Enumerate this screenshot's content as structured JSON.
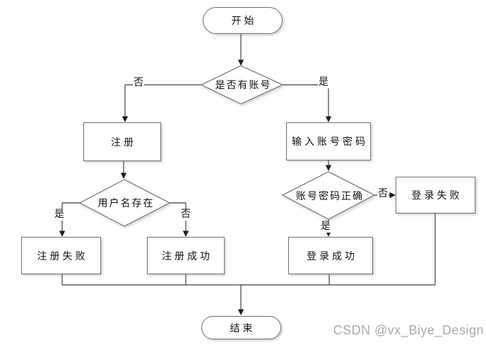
{
  "diagram_type": "flowchart",
  "nodes": {
    "start": {
      "label": "开始",
      "shape": "terminator"
    },
    "has_account": {
      "label": "是否有账号",
      "shape": "decision"
    },
    "register": {
      "label": "注册",
      "shape": "process"
    },
    "enter_credentials": {
      "label": "输入账号密码",
      "shape": "process"
    },
    "username_exists": {
      "label": "用户名存在",
      "shape": "decision"
    },
    "credentials_correct": {
      "label": "账号密码正确",
      "shape": "decision"
    },
    "register_fail": {
      "label": "注册失败",
      "shape": "process"
    },
    "register_success": {
      "label": "注册成功",
      "shape": "process"
    },
    "login_success": {
      "label": "登录成功",
      "shape": "process"
    },
    "login_fail": {
      "label": "登录失败",
      "shape": "process"
    },
    "end": {
      "label": "结束",
      "shape": "terminator"
    }
  },
  "edges": [
    {
      "from": "start",
      "to": "has_account",
      "label": ""
    },
    {
      "from": "has_account",
      "to": "register",
      "label": "否"
    },
    {
      "from": "has_account",
      "to": "enter_credentials",
      "label": "是"
    },
    {
      "from": "register",
      "to": "username_exists",
      "label": ""
    },
    {
      "from": "username_exists",
      "to": "register_fail",
      "label": "是"
    },
    {
      "from": "username_exists",
      "to": "register_success",
      "label": "否"
    },
    {
      "from": "enter_credentials",
      "to": "credentials_correct",
      "label": ""
    },
    {
      "from": "credentials_correct",
      "to": "login_fail",
      "label": "否"
    },
    {
      "from": "credentials_correct",
      "to": "login_success",
      "label": "是"
    },
    {
      "from": "register_fail",
      "to": "end",
      "label": ""
    },
    {
      "from": "register_success",
      "to": "end",
      "label": ""
    },
    {
      "from": "login_success",
      "to": "end",
      "label": ""
    },
    {
      "from": "login_fail",
      "to": "end",
      "label": ""
    }
  ],
  "edge_labels": {
    "has_account_no": "否",
    "has_account_yes": "是",
    "username_exists_yes": "是",
    "username_exists_no": "否",
    "credentials_correct_no": "否",
    "credentials_correct_yes": "是"
  },
  "colors": {
    "background": "#ffffff",
    "line": "#3f3f3f",
    "shape_border": "#707070",
    "shape_fill": "#ffffff",
    "text": "#111111",
    "watermark": "#ababab"
  },
  "watermark": "CSDN @vx_Biye_Design"
}
